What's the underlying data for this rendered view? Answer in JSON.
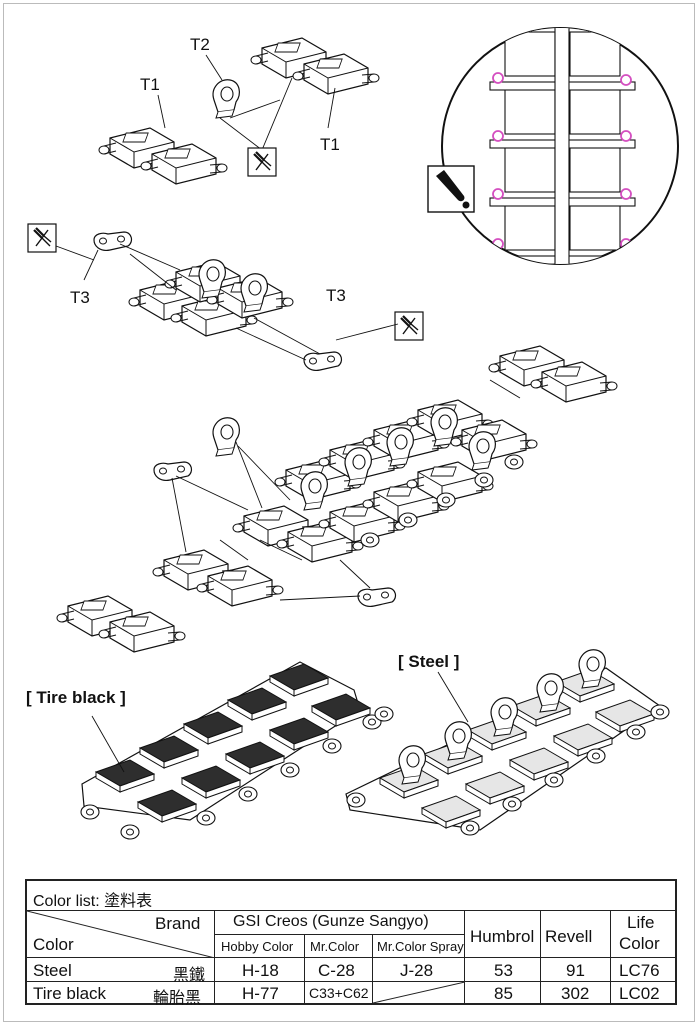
{
  "labels": {
    "t1_left": "T1",
    "t2": "T2",
    "t1_right": "T1",
    "t3_left": "T3",
    "t3_right": "T3",
    "tire_black_tag": "[ Tire black ]",
    "steel_tag": "[ Steel ]"
  },
  "icons": {
    "cut_tool": "nipper-cut-icon",
    "caution": "caution-exclamation-icon"
  },
  "colors": {
    "tire_black": "#2e2e2e",
    "steel": "#e6e6e6",
    "highlight": "#d44fc0"
  },
  "color_table": {
    "title": "Color list:  塗料表",
    "brand_header": "Brand",
    "color_header": "Color",
    "gsi_header": "GSI Creos (Gunze Sangyo)",
    "sub_headers": [
      "Hobby Color",
      "Mr.Color",
      "Mr.Color Spray"
    ],
    "humbrol_header": "Humbrol",
    "revell_header": "Revell",
    "life_header_1": "Life",
    "life_header_2": "Color",
    "rows": [
      {
        "name": "Steel",
        "name_cn": "黑鐵",
        "hobby": "H-18",
        "mrcolor": "C-28",
        "spray": "J-28",
        "humbrol": "53",
        "revell": "91",
        "life": "LC76"
      },
      {
        "name": "Tire black",
        "name_cn": "輪胎黑",
        "hobby": "H-77",
        "mrcolor": "C33+C62",
        "spray": "",
        "humbrol": "85",
        "revell": "302",
        "life": "LC02"
      }
    ]
  }
}
